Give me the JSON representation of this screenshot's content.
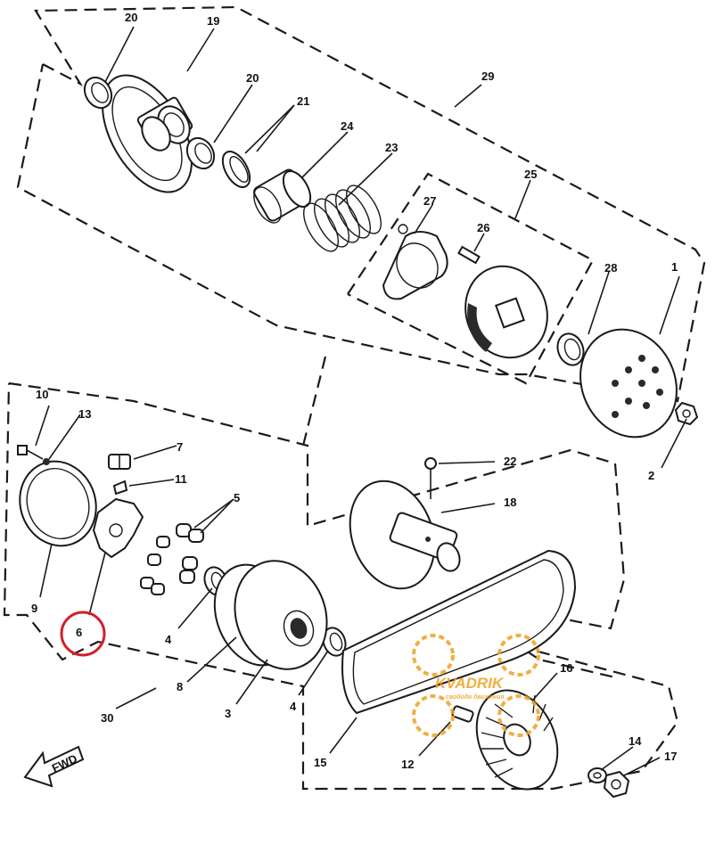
{
  "labels": {
    "l1": "1",
    "l2": "2",
    "l3": "3",
    "l4a": "4",
    "l4b": "4",
    "l5": "5",
    "l6": "6",
    "l7": "7",
    "l8": "8",
    "l9": "9",
    "l10": "10",
    "l11": "11",
    "l12": "12",
    "l13": "13",
    "l14": "14",
    "l15": "15",
    "l16": "16",
    "l17": "17",
    "l18": "18",
    "l19": "19",
    "l20a": "20",
    "l20b": "20",
    "l21": "21",
    "l22": "22",
    "l23": "23",
    "l24": "24",
    "l25": "25",
    "l26": "26",
    "l27": "27",
    "l28": "28",
    "l29": "29",
    "l30": "30"
  },
  "fwd_label": "FWD",
  "watermark": {
    "brand": "KVADRIK",
    "tagline": "свобода движения",
    "color": "#f0a020"
  },
  "highlight": {
    "target": "6",
    "color": "#d0202a"
  }
}
